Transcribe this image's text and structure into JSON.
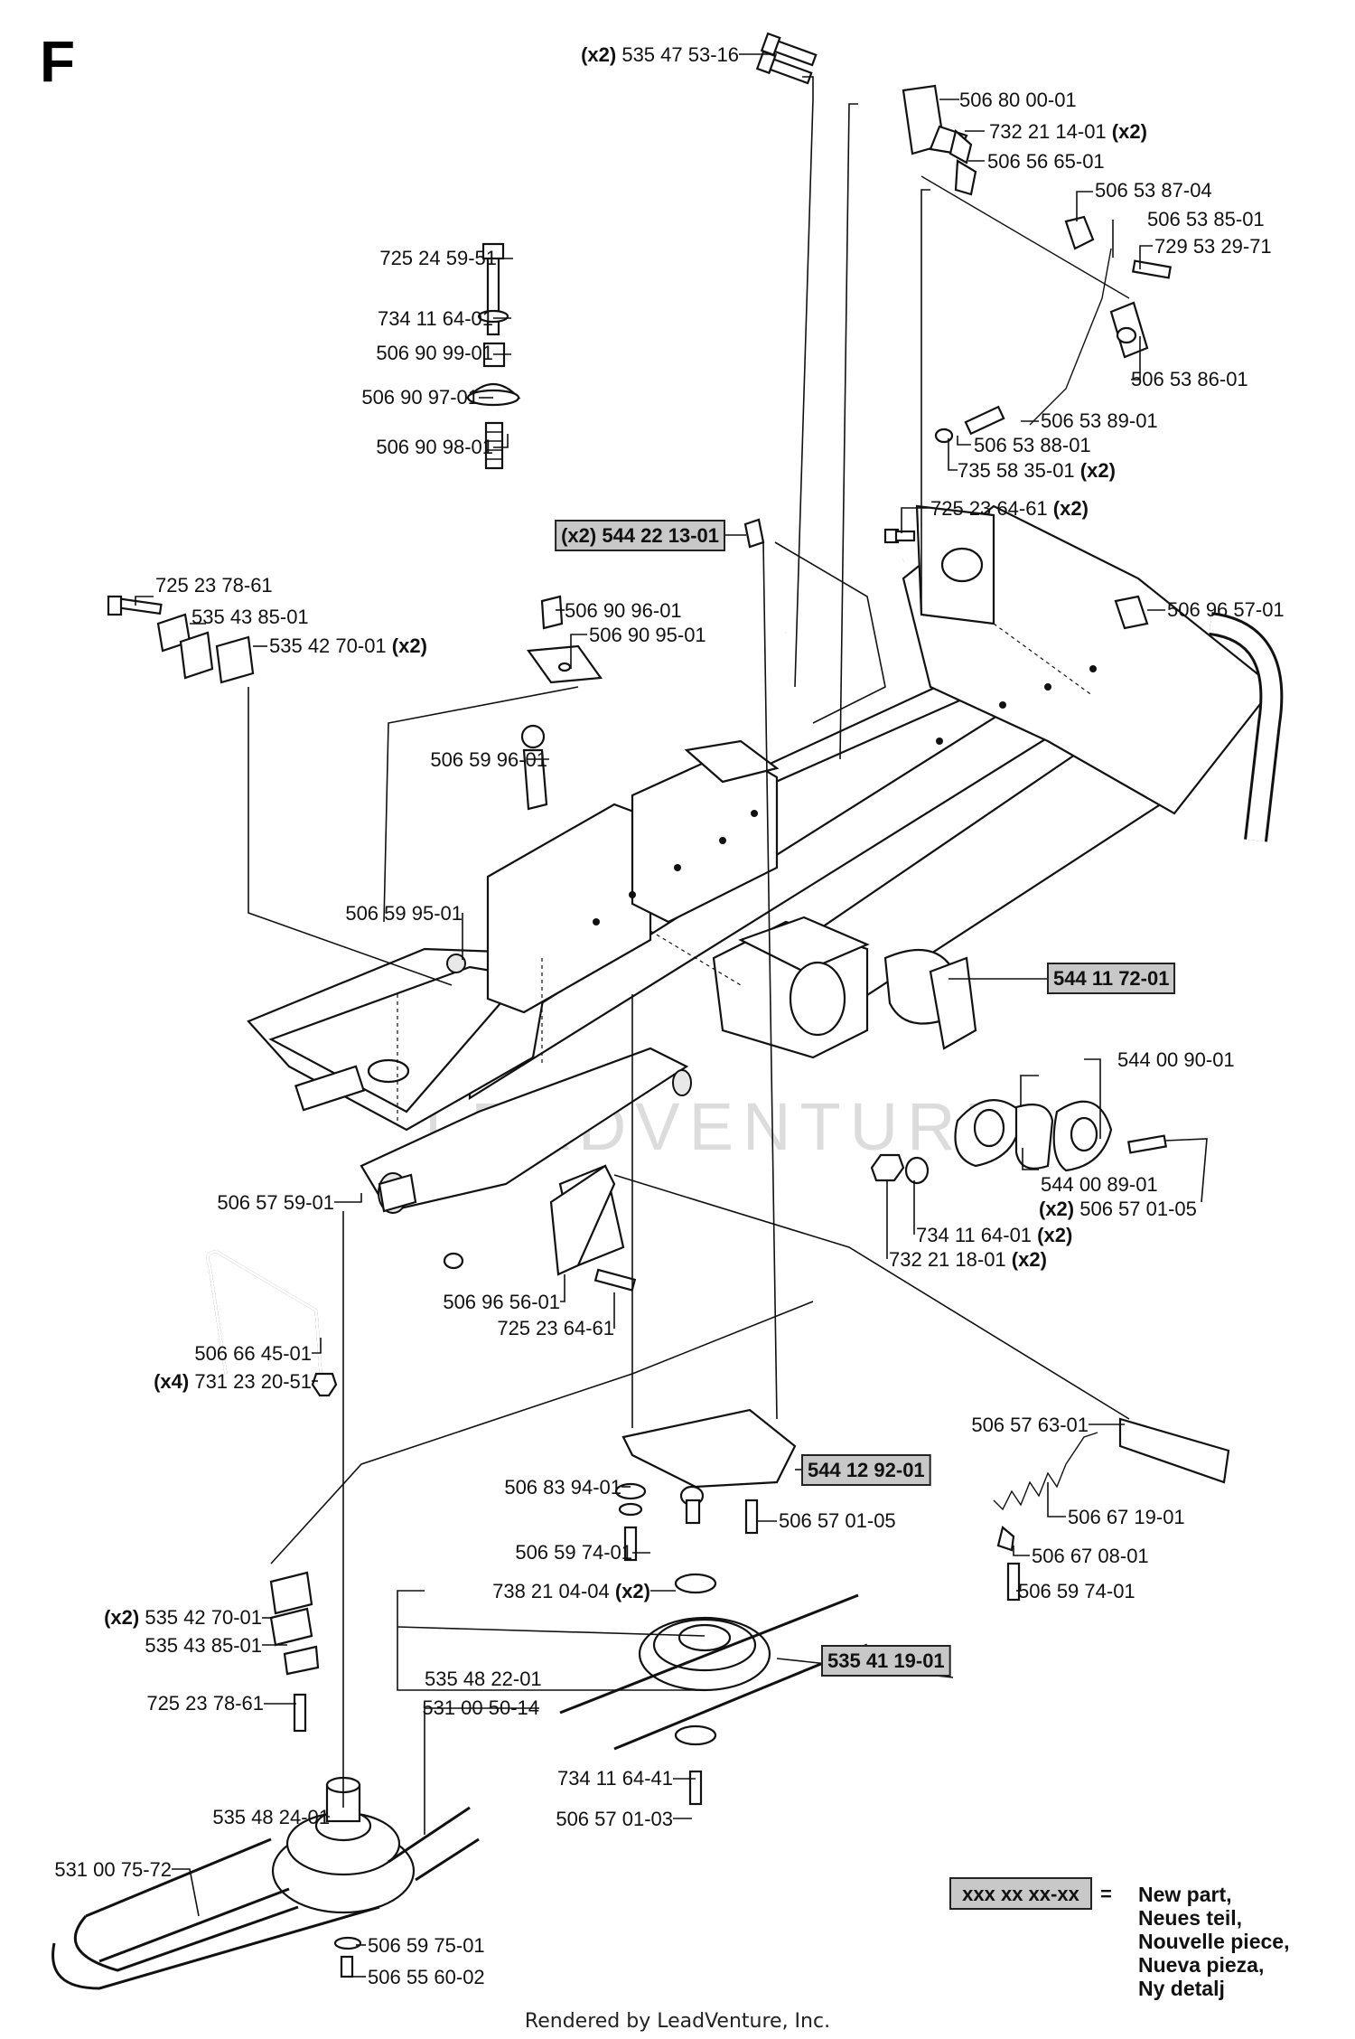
{
  "section_letter": "F",
  "footer": "Rendered by LeadVenture, Inc.",
  "watermark": "LEADVENTURE",
  "legend": {
    "swatch": "xxx xx xx-xx",
    "equals": "=",
    "lines": [
      "New part,",
      "Neues teil,",
      "Nouvelle piece,",
      "Nueva pieza,",
      "Ny detalj"
    ]
  },
  "colors": {
    "highlight_fill": "#c8c8c8",
    "ink": "#111111"
  },
  "labels": [
    {
      "id": "p1",
      "qty": "(x2)",
      "part": "535 47 53-16",
      "hl": false
    },
    {
      "id": "p2",
      "qty": "",
      "part": "506 80 00-01",
      "hl": false
    },
    {
      "id": "p3",
      "qty": "(x2)",
      "part": "732 21 14-01",
      "hl": false
    },
    {
      "id": "p4",
      "qty": "",
      "part": "506 56 65-01",
      "hl": false
    },
    {
      "id": "p5",
      "qty": "",
      "part": "506 53 87-04",
      "hl": false
    },
    {
      "id": "p6",
      "qty": "",
      "part": "506 53 85-01",
      "hl": false
    },
    {
      "id": "p7",
      "qty": "",
      "part": "729 53 29-71",
      "hl": false
    },
    {
      "id": "p8",
      "qty": "",
      "part": "725 24 59-51",
      "hl": false
    },
    {
      "id": "p9",
      "qty": "",
      "part": "734 11 64-01",
      "hl": false
    },
    {
      "id": "p10",
      "qty": "",
      "part": "506 90 99-01",
      "hl": false
    },
    {
      "id": "p11",
      "qty": "",
      "part": "506 90 97-01",
      "hl": false
    },
    {
      "id": "p12",
      "qty": "",
      "part": "506 53 86-01",
      "hl": false
    },
    {
      "id": "p13",
      "qty": "",
      "part": "506 53 89-01",
      "hl": false
    },
    {
      "id": "p14",
      "qty": "",
      "part": "506 90 98-01",
      "hl": false
    },
    {
      "id": "p15",
      "qty": "",
      "part": "506 53 88-01",
      "hl": false
    },
    {
      "id": "p16",
      "qty": "(x2)",
      "part": "735 58 35-01",
      "hl": false
    },
    {
      "id": "p17",
      "qty": "(x2)",
      "part": "725 23 64-61",
      "hl": false
    },
    {
      "id": "p18",
      "qty": "(x2)",
      "part": "544 22 13-01",
      "hl": true
    },
    {
      "id": "p19",
      "qty": "",
      "part": "725 23 78-61",
      "hl": false
    },
    {
      "id": "p20",
      "qty": "",
      "part": "506 90 96-01",
      "hl": false
    },
    {
      "id": "p21",
      "qty": "",
      "part": "506 96 57-01",
      "hl": false
    },
    {
      "id": "p22",
      "qty": "",
      "part": "535 43 85-01",
      "hl": false
    },
    {
      "id": "p23",
      "qty": "",
      "part": "506 90 95-01",
      "hl": false
    },
    {
      "id": "p24",
      "qty": "(x2)",
      "part": "535 42 70-01",
      "hl": false
    },
    {
      "id": "p25",
      "qty": "",
      "part": "506 59 96-01",
      "hl": false
    },
    {
      "id": "p26",
      "qty": "",
      "part": "506 59 95-01",
      "hl": false
    },
    {
      "id": "p27",
      "qty": "",
      "part": "544 11 72-01",
      "hl": true
    },
    {
      "id": "p28",
      "qty": "",
      "part": "544 00 90-01",
      "hl": false
    },
    {
      "id": "p29",
      "qty": "",
      "part": "544 00 89-01",
      "hl": false
    },
    {
      "id": "p30",
      "qty": "(x2)",
      "part": "506 57 01-05",
      "hl": false
    },
    {
      "id": "p31",
      "qty": "",
      "part": "506 57 59-01",
      "hl": false
    },
    {
      "id": "p32",
      "qty": "(x2)",
      "part": "734 11 64-01",
      "hl": false
    },
    {
      "id": "p33",
      "qty": "(x2)",
      "part": "732 21 18-01",
      "hl": false
    },
    {
      "id": "p34",
      "qty": "",
      "part": "506 96 56-01",
      "hl": false
    },
    {
      "id": "p35",
      "qty": "",
      "part": "725 23 64-61",
      "hl": false
    },
    {
      "id": "p36",
      "qty": "",
      "part": "506 66 45-01",
      "hl": false
    },
    {
      "id": "p37",
      "qty": "(x4)",
      "part": "731 23 20-51",
      "hl": false
    },
    {
      "id": "p38",
      "qty": "",
      "part": "506 57 63-01",
      "hl": false
    },
    {
      "id": "p39",
      "qty": "",
      "part": "544 12 92-01",
      "hl": true
    },
    {
      "id": "p40",
      "qty": "",
      "part": "506 83 94-01",
      "hl": false
    },
    {
      "id": "p41",
      "qty": "",
      "part": "506 57 01-05",
      "hl": false
    },
    {
      "id": "p42",
      "qty": "",
      "part": "506 67 19-01",
      "hl": false
    },
    {
      "id": "p43",
      "qty": "",
      "part": "506 59 74-01",
      "hl": false
    },
    {
      "id": "p44",
      "qty": "",
      "part": "506 67 08-01",
      "hl": false
    },
    {
      "id": "p45",
      "qty": "(x2)",
      "part": "738 21 04-04",
      "hl": false
    },
    {
      "id": "p46",
      "qty": "",
      "part": "506 59 74-01",
      "hl": false
    },
    {
      "id": "p47",
      "qty": "(x2)",
      "part": "535 42 70-01",
      "hl": false
    },
    {
      "id": "p48",
      "qty": "",
      "part": "535 43 85-01",
      "hl": false
    },
    {
      "id": "p49",
      "qty": "",
      "part": "535 41 19-01",
      "hl": true
    },
    {
      "id": "p50",
      "qty": "",
      "part": "535 48 22-01",
      "hl": false
    },
    {
      "id": "p51",
      "qty": "",
      "part": "725 23 78-61",
      "hl": false
    },
    {
      "id": "p52",
      "qty": "",
      "part": "531 00 50-14",
      "hl": false
    },
    {
      "id": "p53",
      "qty": "",
      "part": "535 48 24-01",
      "hl": false
    },
    {
      "id": "p54",
      "qty": "",
      "part": "734 11 64-41",
      "hl": false
    },
    {
      "id": "p55",
      "qty": "",
      "part": "506 57 01-03",
      "hl": false
    },
    {
      "id": "p56",
      "qty": "",
      "part": "531 00 75-72",
      "hl": false
    },
    {
      "id": "p57",
      "qty": "",
      "part": "506 59 75-01",
      "hl": false
    },
    {
      "id": "p58",
      "qty": "",
      "part": "506 55 60-02",
      "hl": false
    }
  ]
}
